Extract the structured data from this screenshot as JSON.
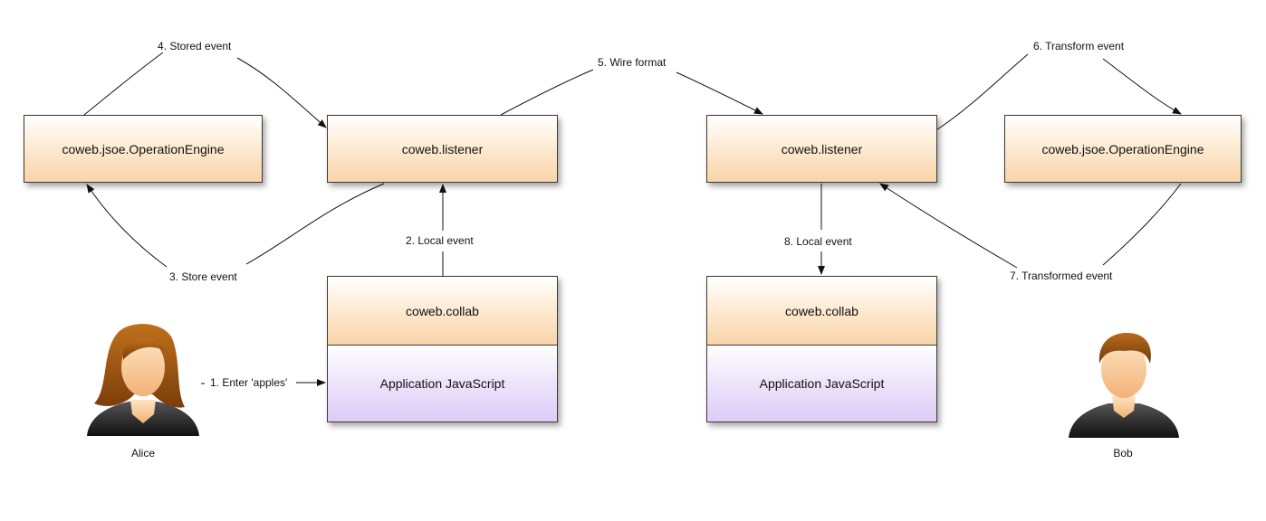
{
  "left": {
    "engine": "coweb.jsoe.OperationEngine",
    "listener": "coweb.listener",
    "collab": "coweb.collab",
    "app": "Application JavaScript",
    "user": "Alice"
  },
  "right": {
    "engine": "coweb.jsoe.OperationEngine",
    "listener": "coweb.listener",
    "collab": "coweb.collab",
    "app": "Application JavaScript",
    "user": "Bob"
  },
  "edges": {
    "e1": "1. Enter 'apples'",
    "e2": "2. Local event",
    "e3": "3. Store event",
    "e4": "4. Stored event",
    "e5": "5. Wire format",
    "e6": "6. Transform event",
    "e7": "7. Transformed event",
    "e8": "8. Local event"
  },
  "colors": {
    "component_fill": "#f9d4a8",
    "app_fill": "#ddccf6",
    "line": "#111111"
  }
}
